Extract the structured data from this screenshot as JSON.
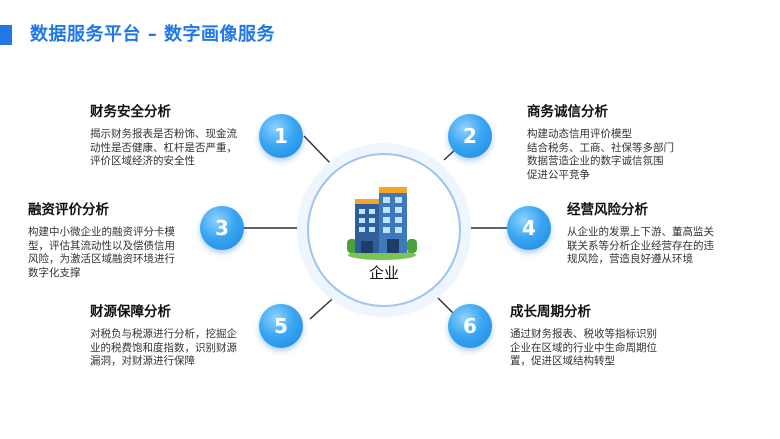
{
  "header": {
    "title": "数据服务平台 – 数字画像服务"
  },
  "center": {
    "label": "企业",
    "icon": "office-building-icon"
  },
  "colors": {
    "accent": "#1f78e6",
    "circle": "#2a96ea",
    "ring": "#9ec5ef"
  },
  "items": [
    {
      "number": "1",
      "title": "财务安全分析",
      "lines": [
        "揭示财务报表是否粉饰、现金流",
        "动性是否健康、杠杆是否严重，",
        "评价区域经济的安全性"
      ]
    },
    {
      "number": "2",
      "title": "商务诚信分析",
      "lines": [
        "构建动态信用评价模型",
        "结合税务、工商、社保等多部门",
        "数据营造企业的数字诚信氛围",
        "促进公平竞争"
      ]
    },
    {
      "number": "3",
      "title": "融资评价分析",
      "lines": [
        "构建中小微企业的融资评分卡模",
        "型，评估其流动性以及偿债信用",
        "风险，为激活区域融资环境进行",
        "数字化支撑"
      ]
    },
    {
      "number": "4",
      "title": "经营风险分析",
      "lines": [
        "从企业的发票上下游、董高监关",
        "联关系等分析企业经营存在的违",
        "规风险，营造良好遵从环境"
      ]
    },
    {
      "number": "5",
      "title": "财源保障分析",
      "lines": [
        "对税负与税源进行分析，挖掘企",
        "业的税费饱和度指数，识别财源",
        "漏洞，对财源进行保障"
      ]
    },
    {
      "number": "6",
      "title": "成长周期分析",
      "lines": [
        "通过财务报表、税收等指标识别",
        "企业在区域的行业中生命周期位",
        "置，促进区域结构转型"
      ]
    }
  ]
}
